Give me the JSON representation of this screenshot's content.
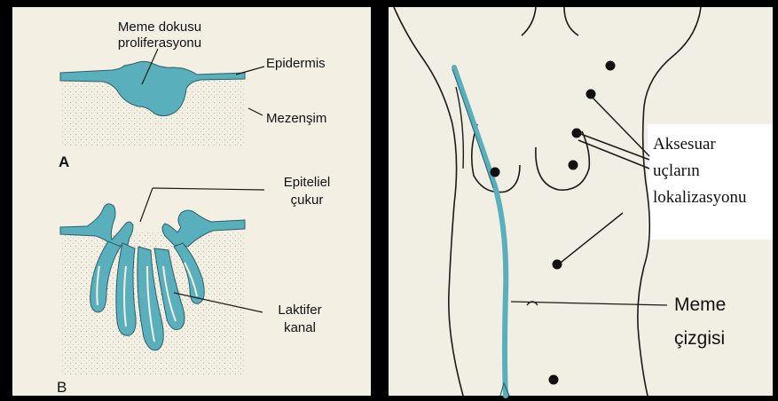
{
  "left_diagram": {
    "panel_a": {
      "letter": "A",
      "label_proliferation_line1": "Meme dokusu",
      "label_proliferation_line2": "proliferasyonu",
      "label_epidermis": "Epidermis",
      "label_mesenchyme": "Mezenşim"
    },
    "panel_b": {
      "letter": "B",
      "label_pit_line1": "Epiteliel",
      "label_pit_line2": "çukur",
      "label_duct_line1": "Laktifer",
      "label_duct_line2": "kanal"
    }
  },
  "right_diagram": {
    "label_accessory_line1": "Aksesuar",
    "label_accessory_line2": "uçların",
    "label_accessory_line3": "lokalizasyonu",
    "label_milk_line_line1": "Meme",
    "label_milk_line_line2": "çizgisi"
  },
  "colors": {
    "tissue": "#5aafbd",
    "background": "#f3f0e3",
    "line": "#1a1a1a",
    "border": "#000000"
  }
}
